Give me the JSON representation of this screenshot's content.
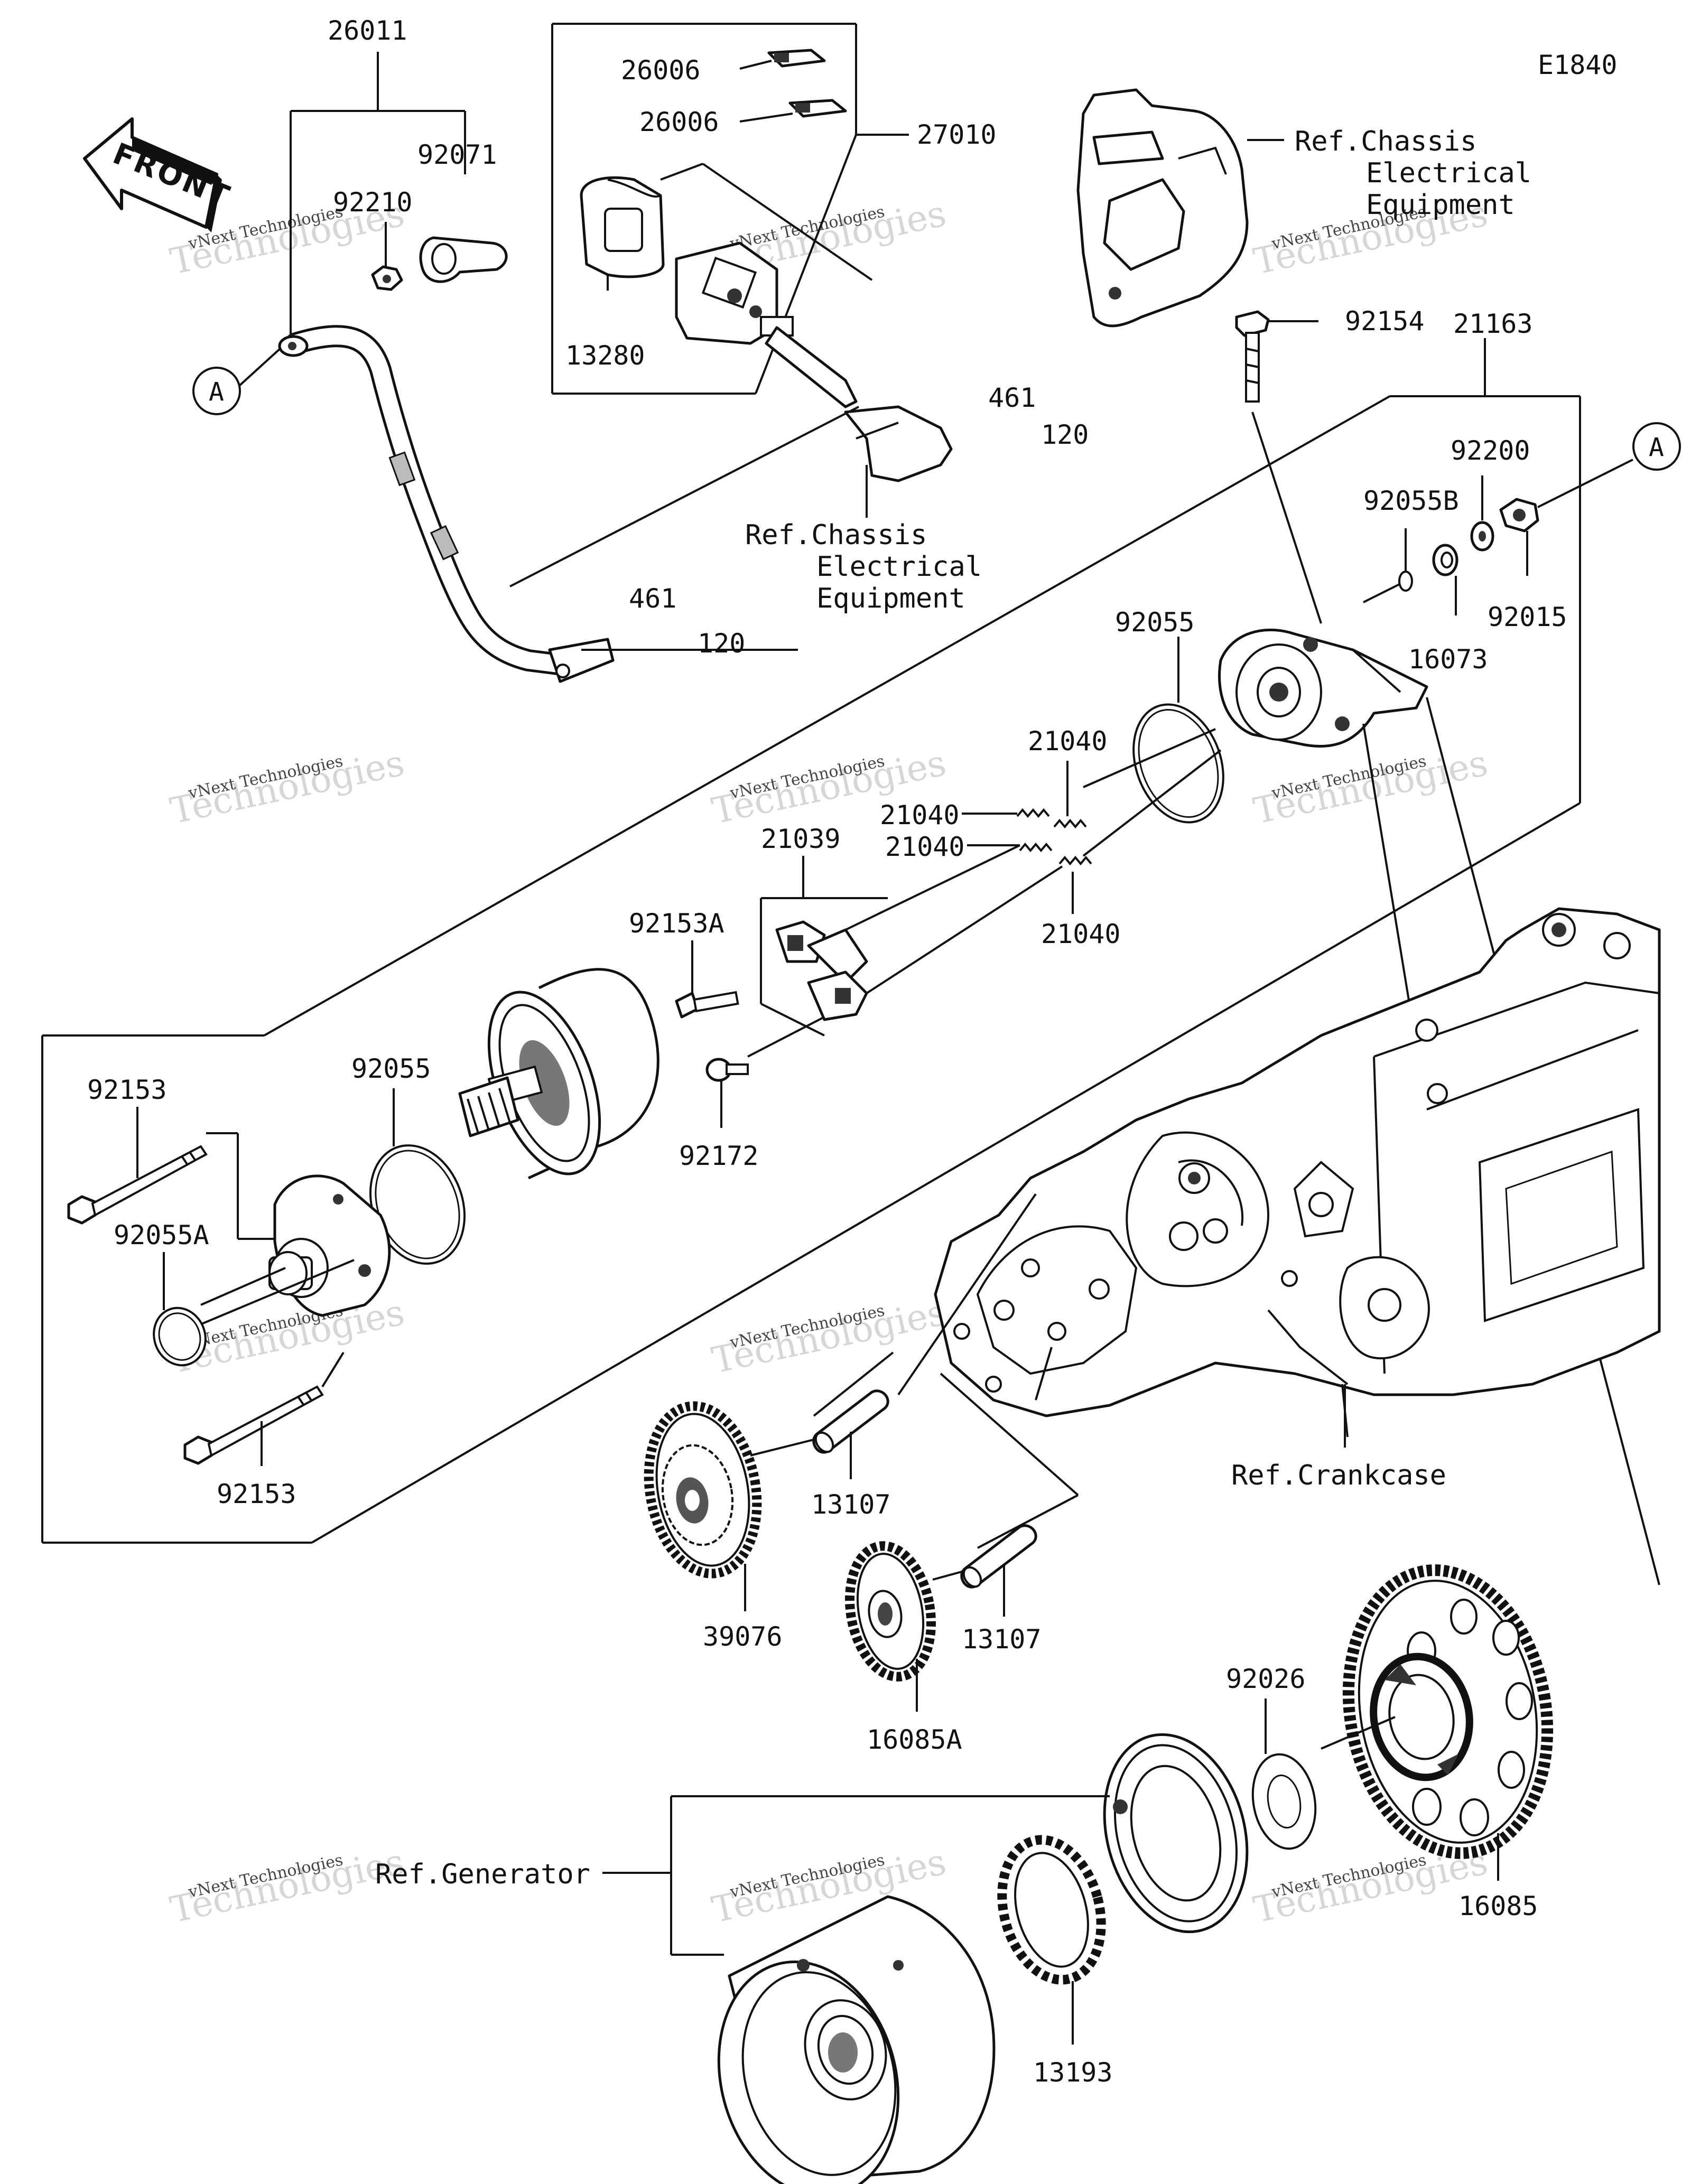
{
  "diagram_code": "E1840",
  "front_label": "FRONT",
  "ref_labels": {
    "chassis_top": [
      "Ref.Chassis",
      "Electrical",
      "Equipment"
    ],
    "chassis_mid": [
      "Ref.Chassis",
      "Electrical",
      "Equipment"
    ],
    "crankcase": "Ref.Crankcase",
    "generator": "Ref.Generator"
  },
  "callout_letter": "A",
  "watermark": {
    "line1": "vNext Technologies",
    "line2": "Technologies"
  },
  "part_numbers": {
    "p26011": "26011",
    "p92071": "92071",
    "p92210": "92210",
    "p26006a": "26006",
    "p26006b": "26006",
    "p27010": "27010",
    "p13280": "13280",
    "p461a": "461",
    "p120a": "120",
    "p461b": "461",
    "p120b": "120",
    "p92154": "92154",
    "p21163": "21163",
    "p92200": "92200",
    "p92055b": "92055B",
    "p92015": "92015",
    "p16073": "16073",
    "p92055a_top": "92055",
    "p21040a": "21040",
    "p21040b": "21040",
    "p21040c": "21040",
    "p21040d": "21040",
    "p21039": "21039",
    "p92153a": "92153A",
    "p92153_top": "92153",
    "p92055_mid": "92055",
    "p92172": "92172",
    "p92055a": "92055A",
    "p92153_bot": "92153",
    "p13107a": "13107",
    "p13107b": "13107",
    "p39076": "39076",
    "p16085a": "16085A",
    "p92026": "92026",
    "p16085": "16085",
    "p13193": "13193"
  }
}
